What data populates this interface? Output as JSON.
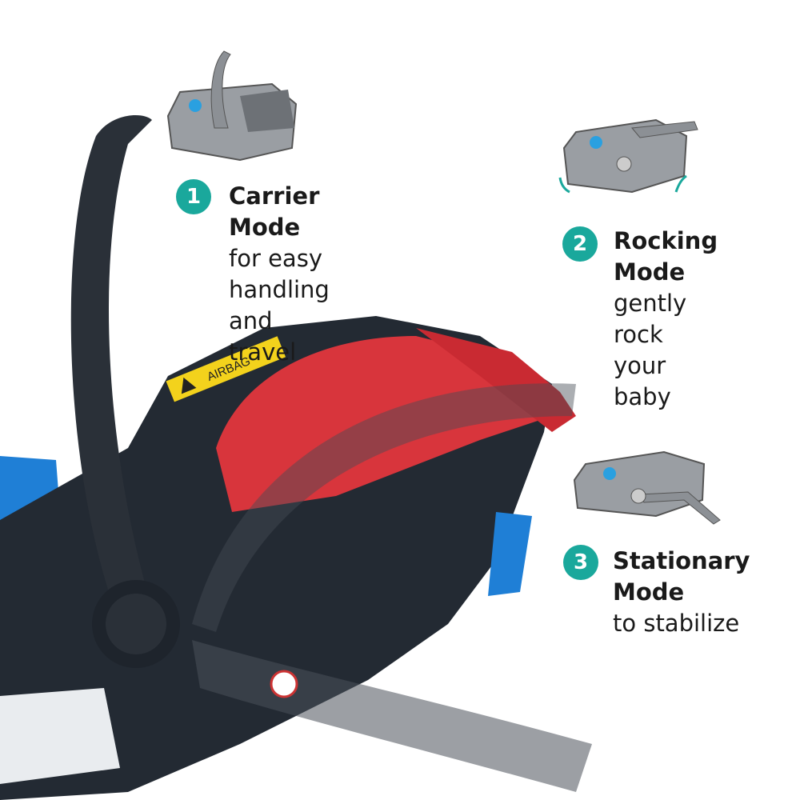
{
  "colors": {
    "accent": "#1aa89c",
    "seat_dark": "#232a33",
    "canopy": "#e8363d",
    "base_blue": "#1f7fd6",
    "sticker": "#f3d21c"
  },
  "seat_label": "AIRBAG",
  "modes": [
    {
      "number": "1",
      "title": "Carrier Mode",
      "desc_lines": [
        "for easy handling",
        "and travel"
      ],
      "icon": "carrier-mode-illustration"
    },
    {
      "number": "2",
      "title_lines": [
        "Rocking",
        "Mode"
      ],
      "desc_lines": [
        "gently rock",
        "your baby"
      ],
      "icon": "rocking-mode-illustration"
    },
    {
      "number": "3",
      "title_lines": [
        "Stationary",
        "Mode"
      ],
      "desc_lines": [
        "to stabilize"
      ],
      "icon": "stationary-mode-illustration"
    }
  ]
}
